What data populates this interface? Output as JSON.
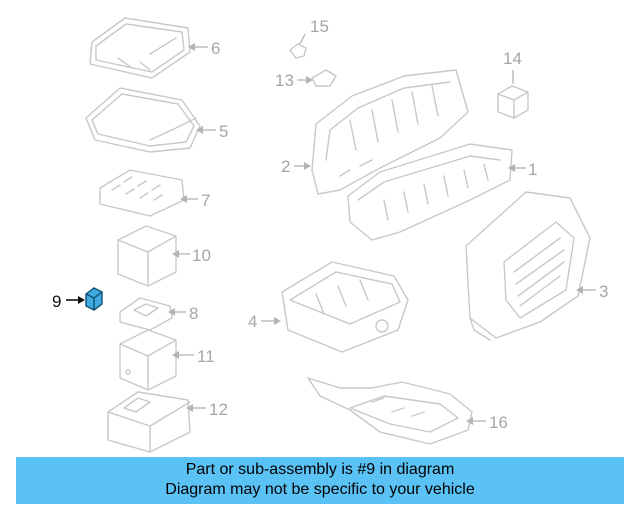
{
  "callouts": {
    "c1": "1",
    "c2": "2",
    "c3": "3",
    "c4": "4",
    "c5": "5",
    "c6": "6",
    "c7": "7",
    "c8": "8",
    "c9": "9",
    "c10": "10",
    "c11": "11",
    "c12": "12",
    "c13": "13",
    "c14": "14",
    "c15": "15",
    "c16": "16"
  },
  "highlighted_part": "9",
  "banner": {
    "line1": "Part or sub-assembly is #9 in diagram",
    "line2": "Diagram may not be specific to your vehicle"
  },
  "colors": {
    "banner_background": "#5bc2f5",
    "highlight_part": "#3fa9e0",
    "part_outline": "#c8c8c8"
  }
}
